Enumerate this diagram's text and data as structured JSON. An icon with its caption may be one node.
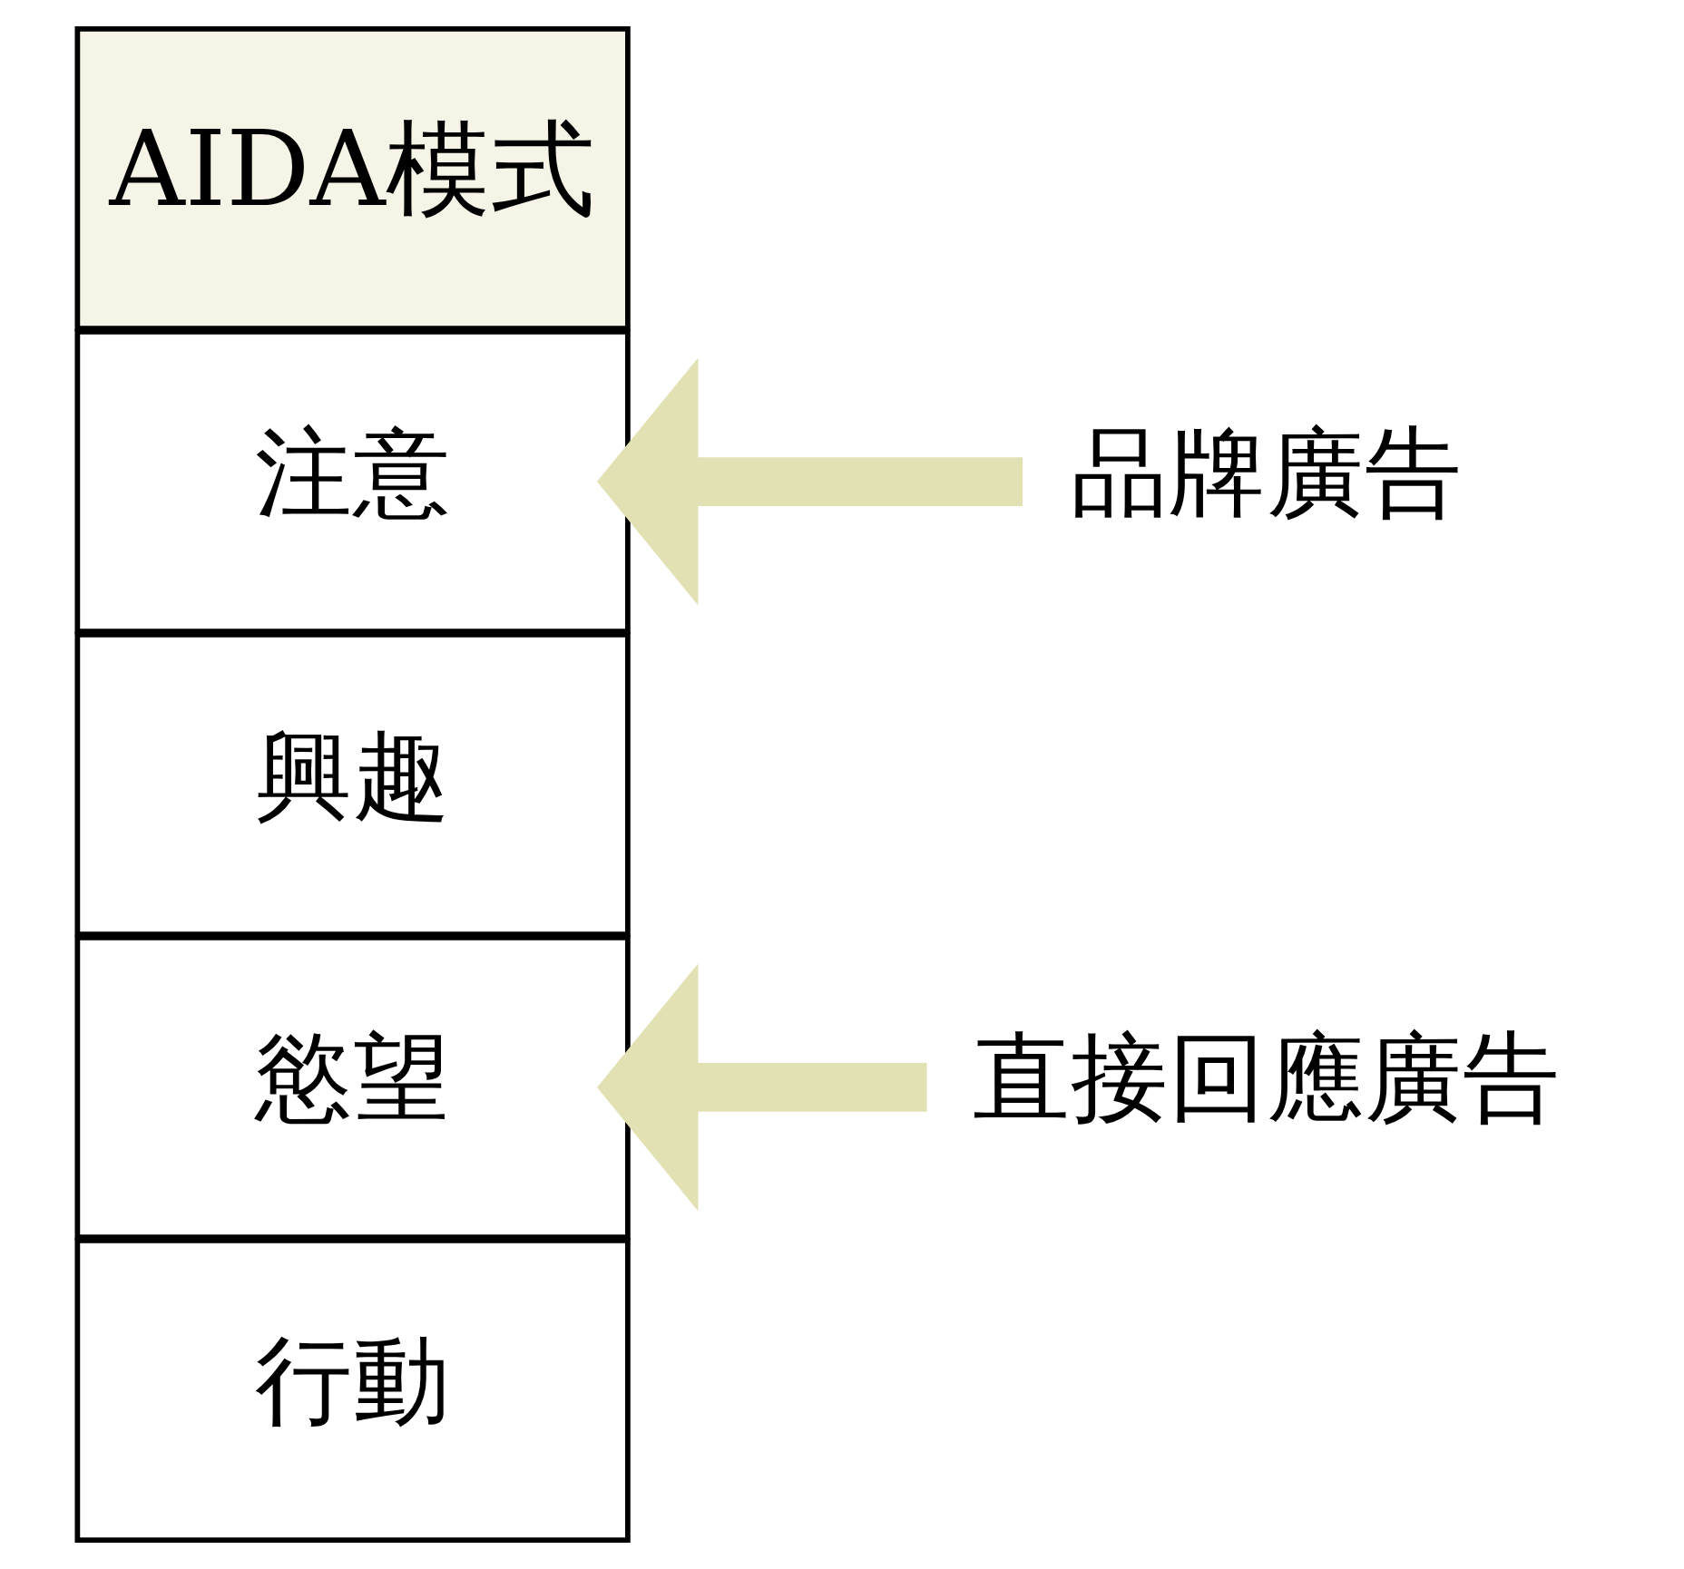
{
  "diagram": {
    "nodes": [
      {
        "text": [
          "AIDA模式"
        ]
      },
      {
        "text": [
          "注意"
        ]
      },
      {
        "text": [
          "興趣"
        ]
      },
      {
        "text": [
          "慾望"
        ]
      },
      {
        "text": [
          "行動"
        ]
      },
      {
        "text": [
          "品牌廣告"
        ]
      },
      {
        "text": [
          "直接回應廣告"
        ]
      }
    ],
    "edges": [
      {
        "from": 5,
        "to": 1,
        "arrow": "to",
        "color": "#e2e1b4"
      },
      {
        "from": 6,
        "to": 3,
        "arrow": "to",
        "color": "#e2e1b4"
      }
    ]
  }
}
